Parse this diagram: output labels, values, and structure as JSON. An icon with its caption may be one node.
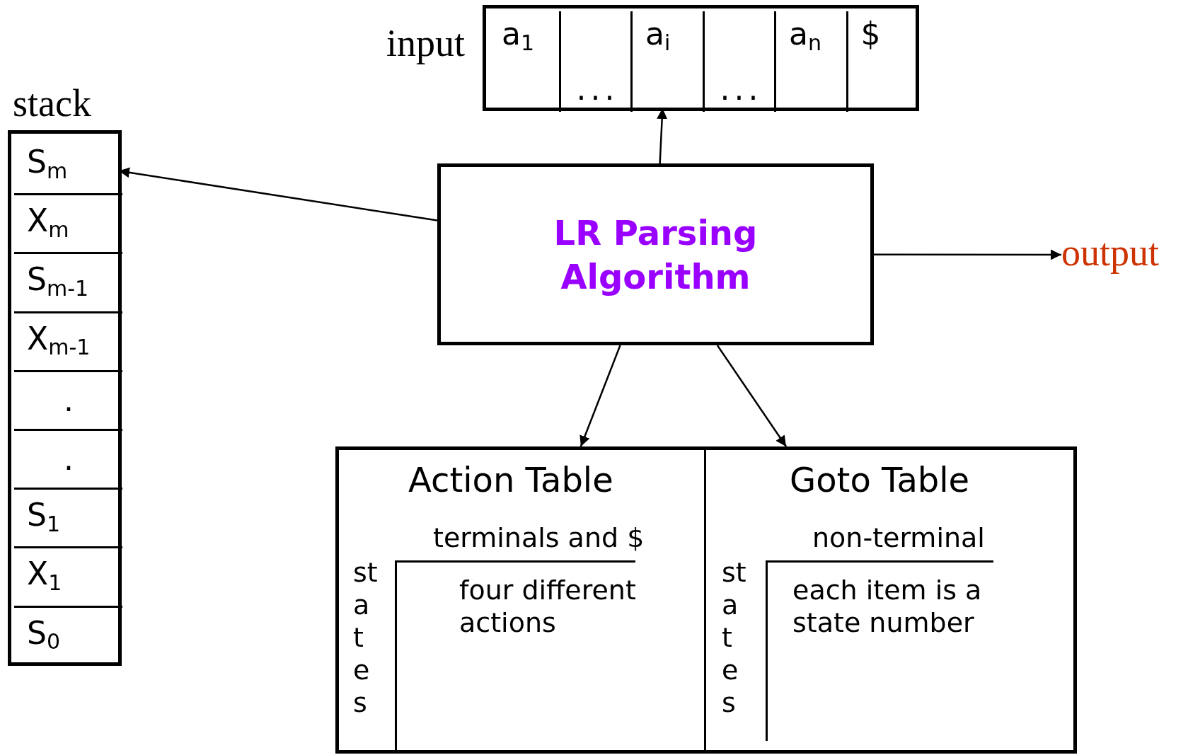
{
  "diagram": {
    "nodes": [
      {
        "text": [
          "input"
        ]
      },
      {
        "text": [
          "a$_{1}$"
        ],
        "in": 0
      },
      {
        "text": [
          "..."
        ],
        "in": 0
      },
      {
        "text": [
          "a$_{i}$"
        ],
        "in": 0
      },
      {
        "text": [
          "..."
        ],
        "in": 0
      },
      {
        "text": [
          "a$_{n}$"
        ],
        "in": 0
      },
      {
        "text": [
          "$"
        ],
        "in": 0
      },
      {
        "text": [
          "stack"
        ]
      },
      {
        "text": [
          "S$_{m}$"
        ],
        "in": 7
      },
      {
        "text": [
          "X$_{m}$"
        ],
        "in": 7
      },
      {
        "text": [
          "S$_{m-1}$"
        ],
        "in": 7
      },
      {
        "text": [
          "X$_{m-1}$"
        ],
        "in": 7
      },
      {
        "text": [
          "."
        ],
        "in": 7
      },
      {
        "text": [
          "."
        ],
        "in": 7
      },
      {
        "text": [
          "S$_{1}$"
        ],
        "in": 7
      },
      {
        "text": [
          "X$_{1}$"
        ],
        "in": 7
      },
      {
        "text": [
          "S$_{0}$"
        ],
        "in": 7
      },
      {
        "text": [
          "LR Parsing Algorithm"
        ]
      },
      {
        "text": [
          "output"
        ]
      },
      {
        "text": [
          "Action Table",
          "terminals and $",
          "states",
          "four different actions"
        ]
      },
      {
        "text": [
          "Goto Table",
          "non-terminal",
          "states",
          "each item is a state number"
        ]
      }
    ],
    "edges": [
      {
        "from": 17,
        "to": 3,
        "arrow": "to"
      },
      {
        "from": 17,
        "to": 8,
        "arrow": "to"
      },
      {
        "from": 17,
        "to": 18,
        "arrow": "to"
      },
      {
        "from": 17,
        "to": 19,
        "arrow": "to"
      },
      {
        "from": 17,
        "to": 20,
        "arrow": "to"
      }
    ]
  }
}
